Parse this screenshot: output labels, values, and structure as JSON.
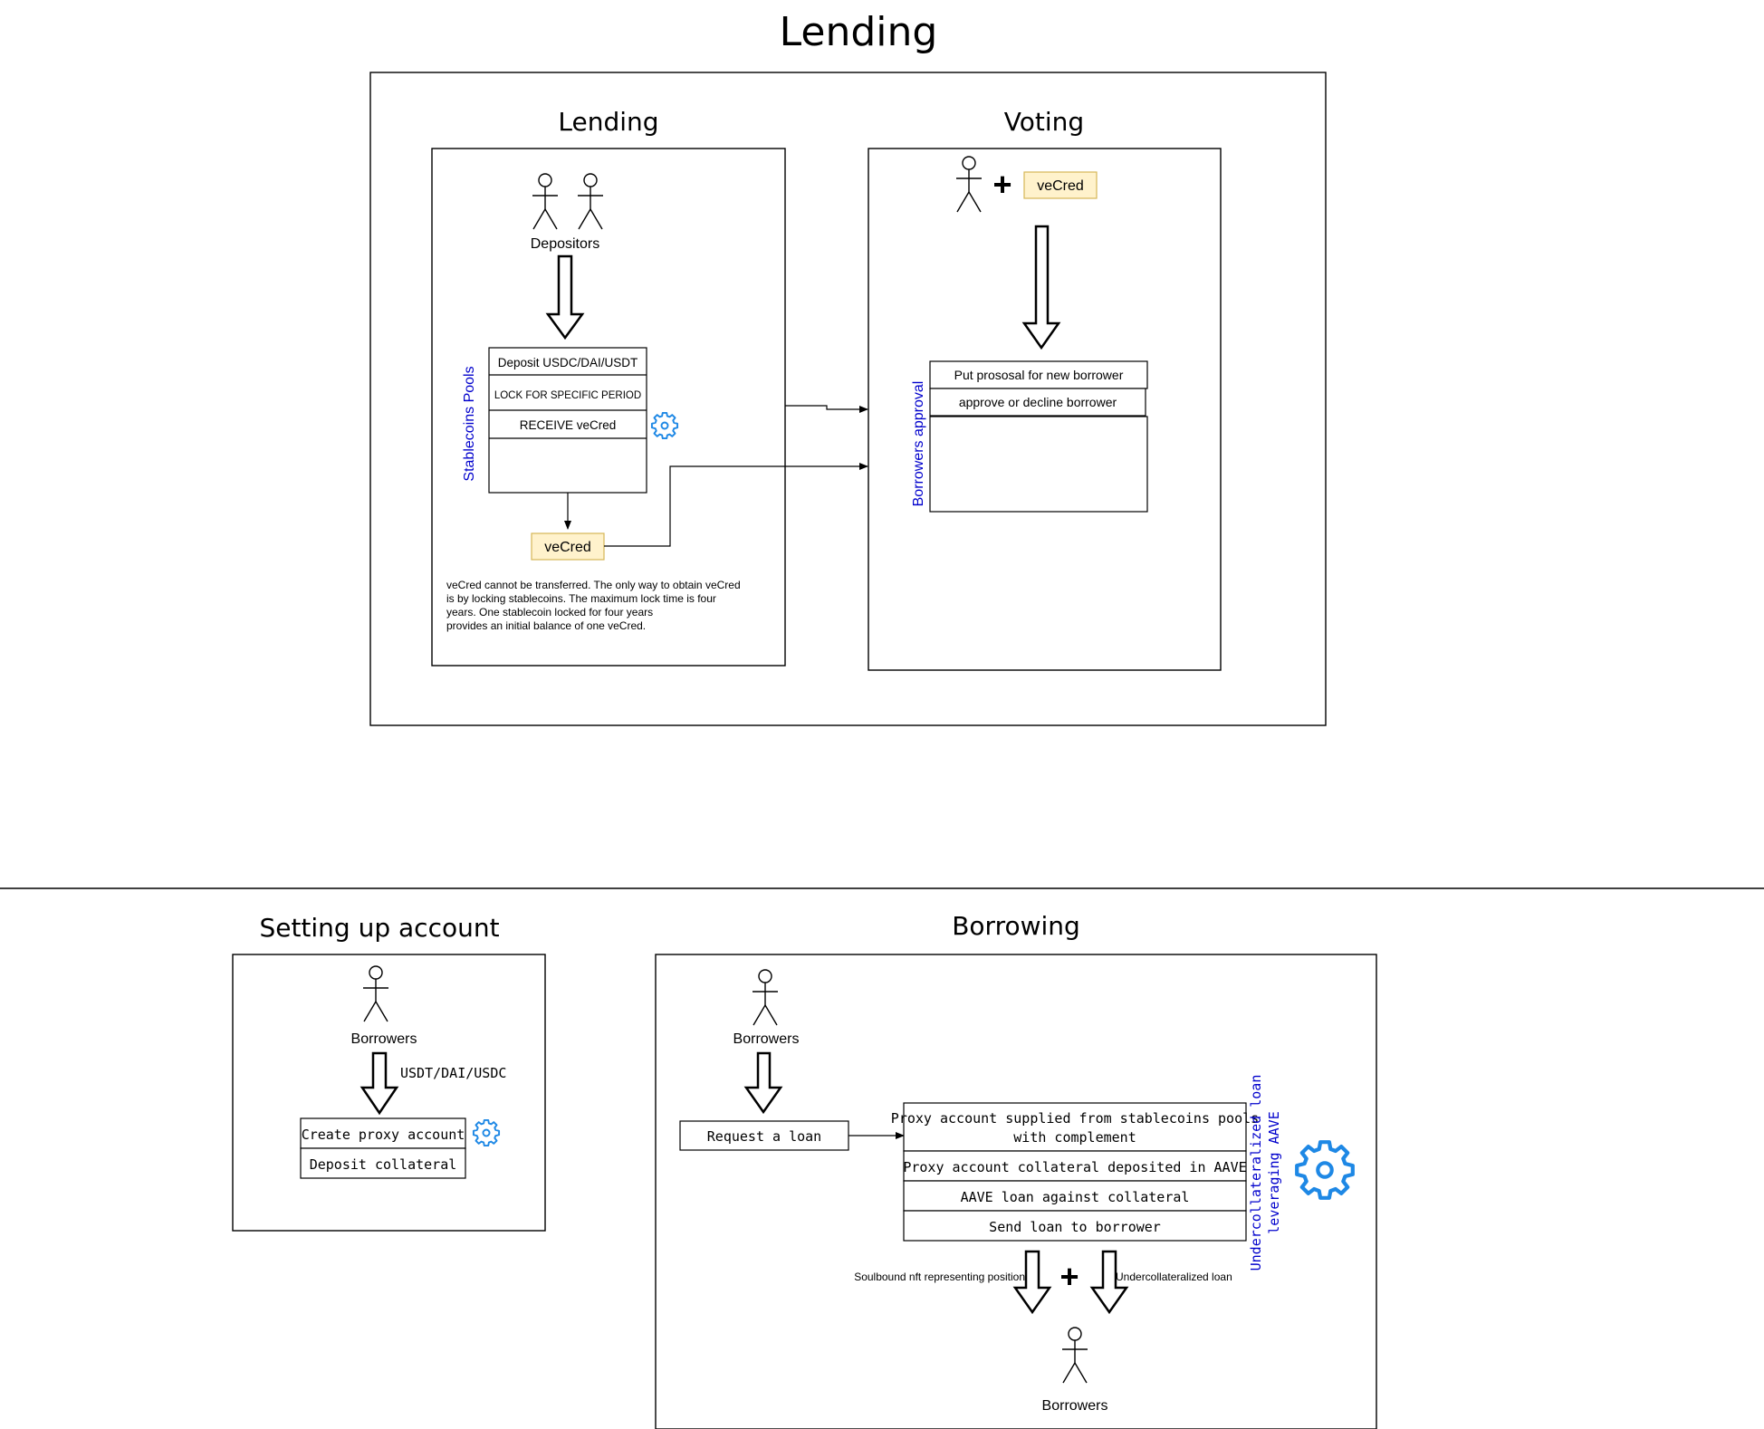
{
  "title": "Lending",
  "lending_section": {
    "lending_panel": {
      "title": "Lending",
      "actor_label": "Depositors",
      "pool_label": "Stablecoins Pools",
      "pool_rows": [
        "Deposit USDC/DAI/USDT",
        "LOCK FOR SPECIFIC PERIOD",
        "RECEIVE veCred"
      ],
      "token_label": "veCred",
      "note_lines": [
        "veCred cannot be transferred. The only way to obtain veCred",
        "is by locking  stablecoins. The maximum lock time is four",
        "years. One stablecoin locked for four years",
        "provides an initial balance of one veCred."
      ]
    },
    "voting_panel": {
      "title": "Voting",
      "plus": "+",
      "token_label": "veCred",
      "approval_label": "Borrowers approval",
      "approval_rows": [
        "Put prososal for new borrower",
        "approve or decline borrower"
      ]
    }
  },
  "setup_section": {
    "title": "Setting up account",
    "actor_label": "Borrowers",
    "arrow_label": "USDT/DAI/USDC",
    "rows": [
      "Create proxy account",
      "Deposit collateral"
    ]
  },
  "borrowing_section": {
    "title": "Borrowing",
    "actor_label": "Borrowers",
    "request_label": "Request a loan",
    "proxy_rows": [
      "Proxy account supplied from stablecoins pools",
      "with complement",
      "Proxy account collateral deposited in AAVE",
      "AAVE loan against collateral",
      "Send loan to borrower"
    ],
    "side_label_lines": [
      "Undercollateralized loan",
      "leveraging AAVE"
    ],
    "left_output_label": "Soulbound nft representing position",
    "right_output_label": "Undercollateralized loan",
    "plus": "+",
    "bottom_actor_label": "Borrowers"
  },
  "colors": {
    "stroke": "#000000",
    "blue_label": "#0000cc",
    "gear": "#1e88e5",
    "token_fill": "#fff2cc",
    "token_stroke": "#d6b656"
  },
  "icons": [
    "stick-figure-icon",
    "gear-icon",
    "hollow-down-arrow-icon",
    "plus-icon"
  ]
}
